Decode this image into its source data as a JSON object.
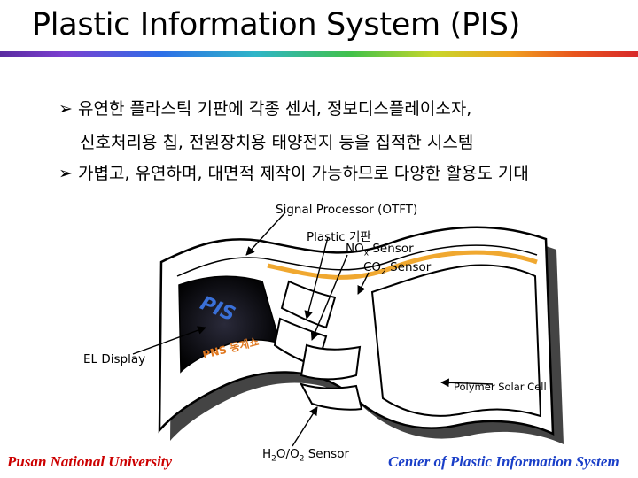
{
  "title": "Plastic Information System (PIS)",
  "bullets": [
    {
      "line1": "유연한 플라스틱 기판에 각종 센서, 정보디스플레이소자,",
      "line2": "신호처리용 칩, 전원장치용 태양전지 등을 집적한 시스템"
    },
    {
      "line1": "가볍고, 유연하며, 대면적 제작이 가능하므로 다양한 활용도 기대"
    }
  ],
  "labels": {
    "signal_processor": "Signal Processor (OTFT)",
    "plastic_substrate": "Plastic 기판",
    "nox_sensor": {
      "pre": "NO",
      "sub": "x",
      "post": " Sensor"
    },
    "co2_sensor": {
      "pre": "CO",
      "sub": "2",
      "post": " Sensor"
    },
    "el_display": "EL Display",
    "polymer_solar_cell": "Polymer Solar Cell",
    "h2o_o2_sensor": {
      "a": "H",
      "a_sub": "2",
      "b": "O/O",
      "b_sub": "2",
      "c": " Sensor"
    }
  },
  "display_text": {
    "top": "PIS",
    "bottom": "PNS 동계쇼"
  },
  "footer": {
    "left": "Pusan National University",
    "right": "Center of Plastic Information System"
  },
  "colors": {
    "footer_left": "#cc0000",
    "footer_right": "#1a3fc8",
    "orange_stripe": "#f0a830"
  }
}
